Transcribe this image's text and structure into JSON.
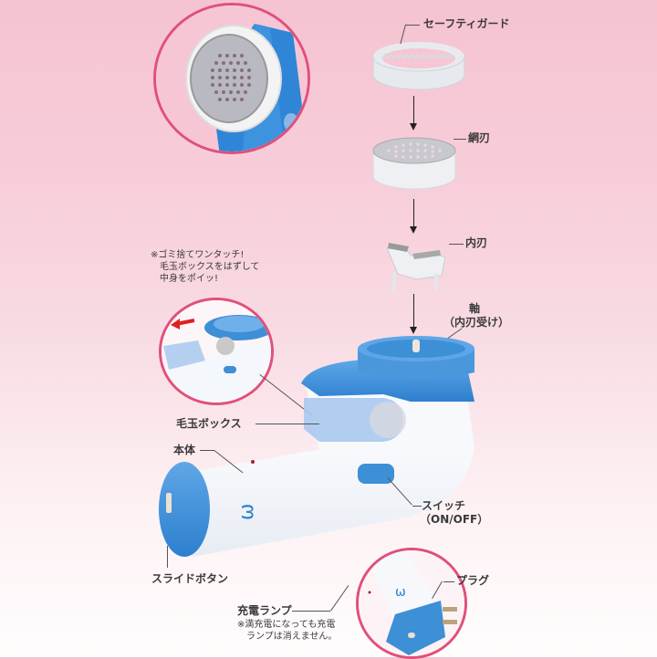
{
  "parts": {
    "safety_guard": "セーフティガード",
    "net_blade": "網刃",
    "inner_blade": "内刃",
    "shaft_line1": "軸",
    "shaft_line2": "（内刃受け）",
    "lint_box": "毛玉ボックス",
    "body": "本体",
    "switch_line1": "スイッチ",
    "switch_line2": "（ON/OFF）",
    "slide_button": "スライドボタン",
    "plug": "プラグ",
    "charge_lamp": "充電ランプ"
  },
  "notes": {
    "dust_note": "※ゴミ捨てワンタッチ!\n　毛玉ボックスをはずして\n　中身をポイッ!",
    "lamp_note": "※満充電になっても充電\n　ランプは消えません。"
  },
  "colors": {
    "accent_blue": "#3d8fd6",
    "circle_border": "#e0507a",
    "bg_top": "#f5c3d1",
    "bg_bottom": "#fffdfd",
    "arrow_red": "#e02020"
  }
}
